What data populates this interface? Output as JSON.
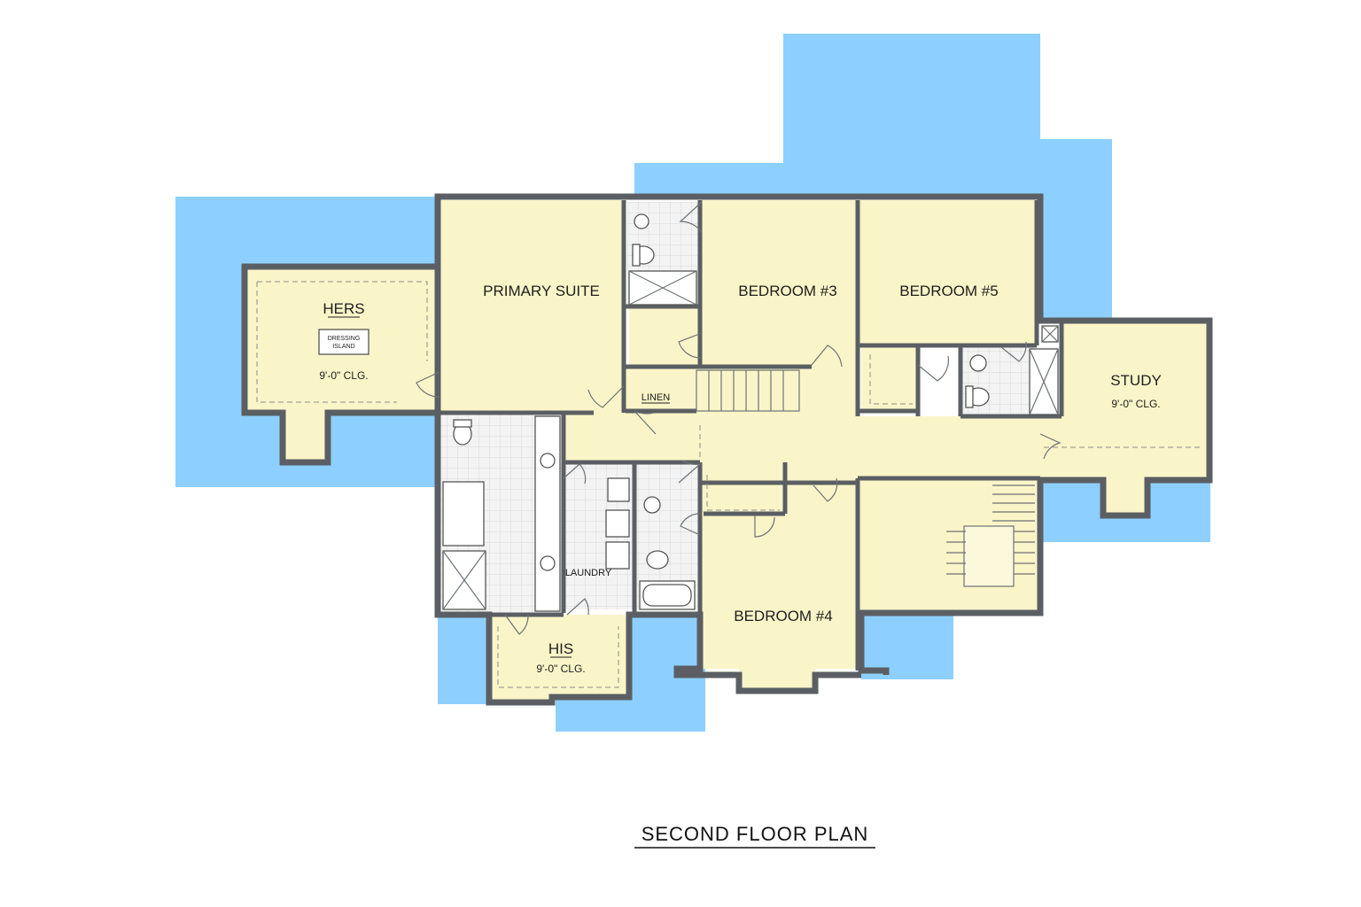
{
  "title": "SECOND FLOOR PLAN",
  "colors": {
    "roof": "#8dd0ff",
    "room_fill": "#faf5c8",
    "wet_fill": "#f2f2f2",
    "wall": "#5b5f63"
  },
  "rooms": {
    "hers": {
      "name": "HERS",
      "island": [
        "DRESSING",
        "ISLAND"
      ],
      "ceiling": "9'-0\" CLG."
    },
    "primary_suite": {
      "name": "PRIMARY SUITE"
    },
    "bedroom3": {
      "name": "BEDROOM #3"
    },
    "bedroom5": {
      "name": "BEDROOM #5"
    },
    "study": {
      "name": "STUDY",
      "ceiling": "9'-0\" CLG."
    },
    "linen": {
      "name": "LINEN"
    },
    "laundry": {
      "name": "LAUNDRY"
    },
    "his": {
      "name": "HIS",
      "ceiling": "9'-0\" CLG."
    },
    "bedroom4": {
      "name": "BEDROOM #4"
    }
  }
}
